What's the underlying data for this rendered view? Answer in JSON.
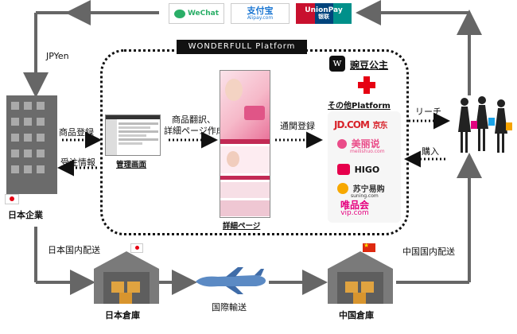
{
  "payments": [
    {
      "name": "WeChat",
      "color": "#2aae67"
    },
    {
      "name": "支付宝",
      "sub": "Alipay.com",
      "color": "#1a76d2"
    },
    {
      "name": "UnionPay",
      "sub": "银联",
      "color": "#c8102e"
    }
  ],
  "currency_label": "JPYen",
  "platform_title": "WONDERFULL Platform",
  "company_label": "日本企業",
  "admin_screen_label": "管理画面",
  "detail_page_label": "詳細ページ",
  "flows": {
    "product_registration": "商品登録",
    "order_info": "受注情報",
    "translate_line1": "商品翻訳、",
    "translate_line2": "詳細ページ作成",
    "customs_registration": "通関登録",
    "reach": "リーチ",
    "purchase": "購入",
    "domestic_japan": "日本国内配送",
    "domestic_china": "中国国内配送",
    "international": "国際輸送"
  },
  "wandou_label": "豌豆公主",
  "other_platform_label": "その他Platform",
  "partners": [
    {
      "main": "JD.COM",
      "sub": "京东",
      "color": "#d8232a"
    },
    {
      "main": "美丽说",
      "sub": "meilishuo.com",
      "color": "#ea4c89"
    },
    {
      "main": "HIGO",
      "sub": "",
      "color": "#e6004c"
    },
    {
      "main": "苏宁易购",
      "sub": "suning.com",
      "color": "#f7a800"
    },
    {
      "main": "唯品会",
      "sub": "vip.com",
      "color": "#e5007f"
    }
  ],
  "warehouse_japan": "日本倉庫",
  "warehouse_china": "中国倉庫",
  "colors": {
    "flow_arrow": "#666666",
    "cross": "#e60012",
    "japan_flag_dot": "#e60012",
    "china_flag": "#de2910"
  }
}
